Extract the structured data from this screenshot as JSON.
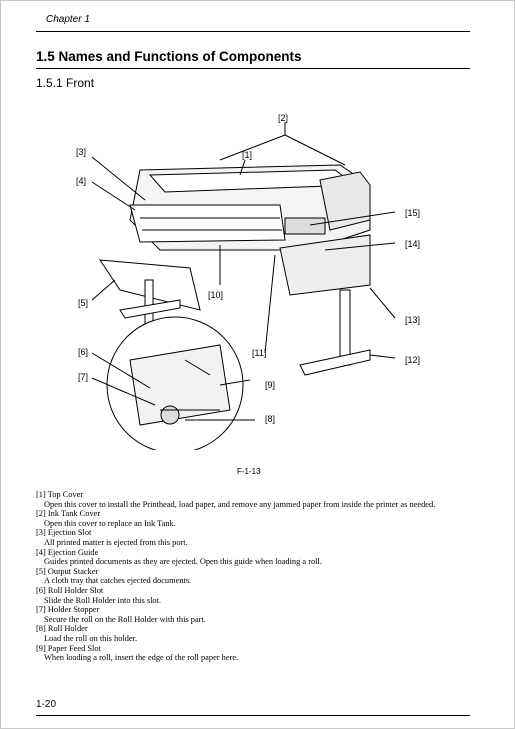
{
  "header": {
    "chapter": "Chapter 1"
  },
  "section": {
    "title": "1.5 Names and Functions of Components",
    "subtitle": "1.5.1 Front"
  },
  "figure": {
    "caption": "F-1-13",
    "callouts": [
      "[1]",
      "[2]",
      "[3]",
      "[4]",
      "[5]",
      "[6]",
      "[7]",
      "[8]",
      "[9]",
      "[10]",
      "[11]",
      "[12]",
      "[13]",
      "[14]",
      "[15]"
    ]
  },
  "components": [
    {
      "title": "[1] Top Cover",
      "text": "Open this cover to install the Printhead, load paper, and remove any jammed paper from inside the printer as needed."
    },
    {
      "title": "[2] Ink Tank Cover",
      "text": "Open this cover to replace an Ink Tank."
    },
    {
      "title": "[3] Ejection Slot",
      "text": "All printed matter is ejected from this port."
    },
    {
      "title": "[4] Ejection Guide",
      "text": "Guides printed documents as they are ejected. Open this guide when loading a roll."
    },
    {
      "title": "[5] Output Stacker",
      "text": "A cloth tray that catches ejected documents."
    },
    {
      "title": "[6] Roll Holder Slot",
      "text": "Slide the Roll Holder into this slot."
    },
    {
      "title": "[7] Holder Stopper",
      "text": "Secure the roll on the Roll Holder with this part."
    },
    {
      "title": "[8] Roll Holder",
      "text": "Load the roll on this holder."
    },
    {
      "title": "[9] Paper Feed Slot",
      "text": "When loading a roll, insert the edge of the roll paper here."
    }
  ],
  "footer": {
    "page_number": "1-20"
  }
}
